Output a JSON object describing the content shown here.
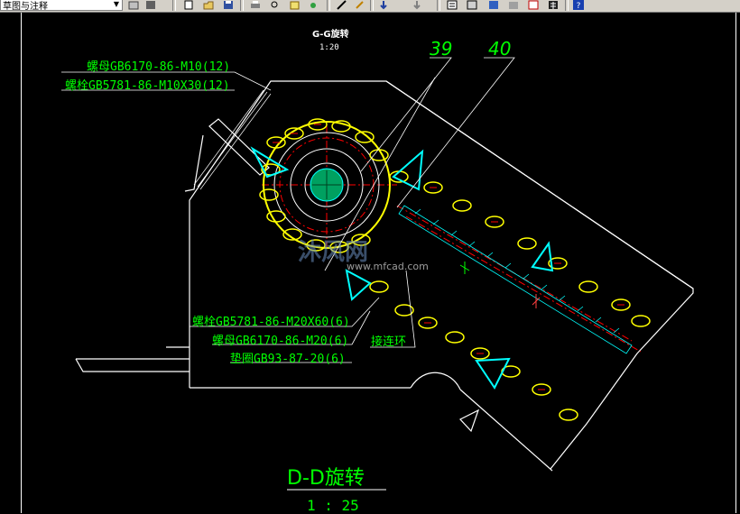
{
  "toolbar": {
    "layer_combo_value": "草图与注释",
    "icons": [
      "layer-icon",
      "layer-state-icon",
      "new-icon",
      "open-icon",
      "save-icon",
      "print-icon",
      "preview-icon",
      "publish-icon",
      "cut-icon",
      "paint-icon",
      "pan-icon",
      "zoom-icon",
      "zoom-prev-icon",
      "properties-icon",
      "design-center-icon",
      "tool-palette-icon",
      "sheet-set-icon",
      "markup-icon",
      "calc-icon",
      "help-icon"
    ]
  },
  "drawing": {
    "section_title": "G-G旋转",
    "section_scale": "1:20",
    "balloon_39": "39",
    "balloon_40": "40",
    "note_nut_top": "螺母GB6170-86-M10(12)",
    "note_bolt_top": "螺栓GB5781-86-M10X30(12)",
    "note_bolt_bottom": "螺栓GB5781-86-M20X60(6)",
    "note_nut_bottom": "螺母GB6170-86-M20(6)",
    "note_washer": "垫圈GB93-87-20(6)",
    "note_link": "接连环",
    "view_title": "D-D旋转",
    "view_scale": "1 : 25",
    "watermark": "沐风网",
    "watermark_url": "www.mfcad.com"
  },
  "colors": {
    "background": "#000000",
    "white_lines": "#ffffff",
    "green_text": "#00ff00",
    "yellow_chain": "#ffff00",
    "cyan_marks": "#00ffff",
    "red_center": "#ff0000"
  }
}
